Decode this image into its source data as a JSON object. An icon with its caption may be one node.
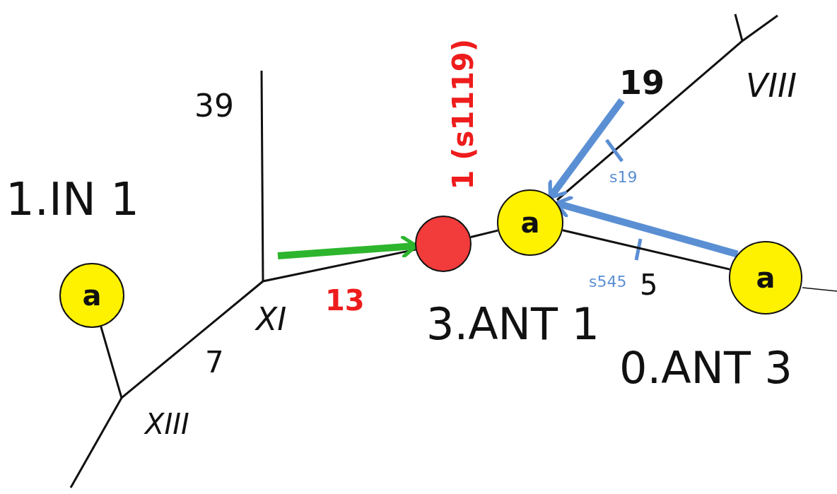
{
  "diagram": {
    "nodes": [
      {
        "text": [
          "a"
        ],
        "beside": [
          "1.IN 1"
        ]
      },
      {
        "text": [],
        "shape": "circle"
      },
      {
        "text": [
          "a"
        ],
        "beside": [
          "3.ANT 1"
        ]
      },
      {
        "text": [
          "a"
        ],
        "beside": [
          "0.ANT 3"
        ]
      },
      {
        "text": [
          "19"
        ]
      }
    ],
    "edges": [
      {
        "from": 0,
        "to": 1,
        "arrow": "none"
      },
      {
        "from": 1,
        "to": 2,
        "arrow": "none"
      },
      {
        "from": 2,
        "to": 3,
        "arrow": "none"
      },
      {
        "from": null,
        "to": 1,
        "arrow": "to",
        "style": "thick",
        "color": "#2db52d"
      },
      {
        "from": 4,
        "to": 2,
        "arrow": "to",
        "style": "thick",
        "color": "#5b8fd4"
      },
      {
        "from": 3,
        "to": 2,
        "arrow": "to",
        "style": "thick",
        "color": "#5b8fd4"
      }
    ],
    "labels": [
      "39",
      "1 (s1119)",
      "VIII",
      "s19",
      "XI",
      "13",
      "s545",
      "5",
      "7",
      "XIII"
    ]
  }
}
